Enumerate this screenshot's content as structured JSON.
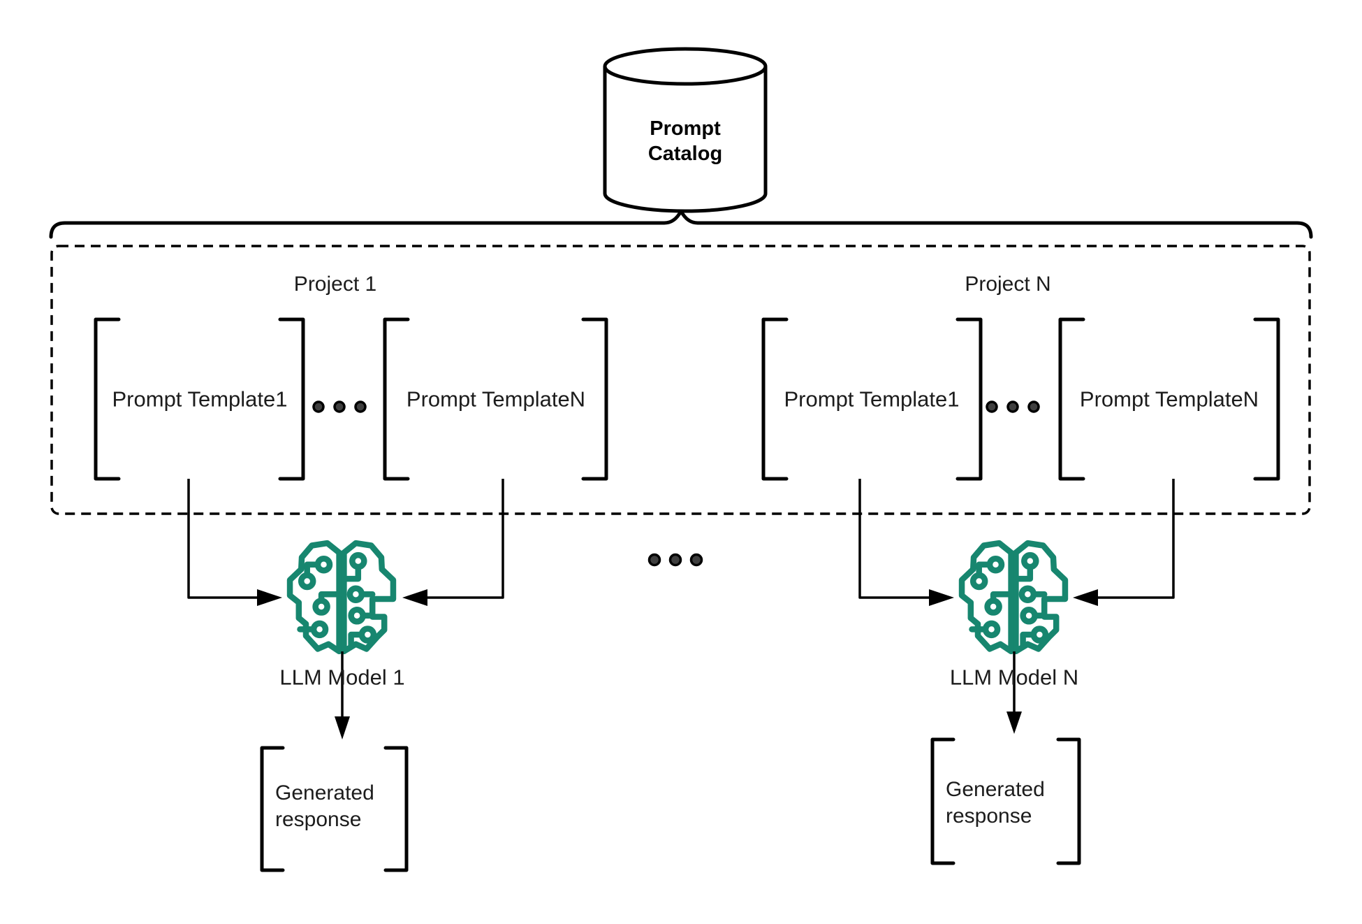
{
  "diagram": {
    "catalog": {
      "label": "Prompt Catalog"
    },
    "projects": [
      {
        "label": "Project 1",
        "templates": [
          "Prompt Template1",
          "Prompt TemplateN"
        ]
      },
      {
        "label": "Project N",
        "templates": [
          "Prompt Template1",
          "Prompt TemplateN"
        ]
      }
    ],
    "models": [
      {
        "label": "LLM Model 1",
        "output": "Generated response"
      },
      {
        "label": "LLM Model N",
        "output": "Generated response"
      }
    ],
    "colors": {
      "brain_icon": "#17866F",
      "line": "#000000",
      "dot_fill": "#3f3f3f",
      "background": "#ffffff"
    }
  }
}
